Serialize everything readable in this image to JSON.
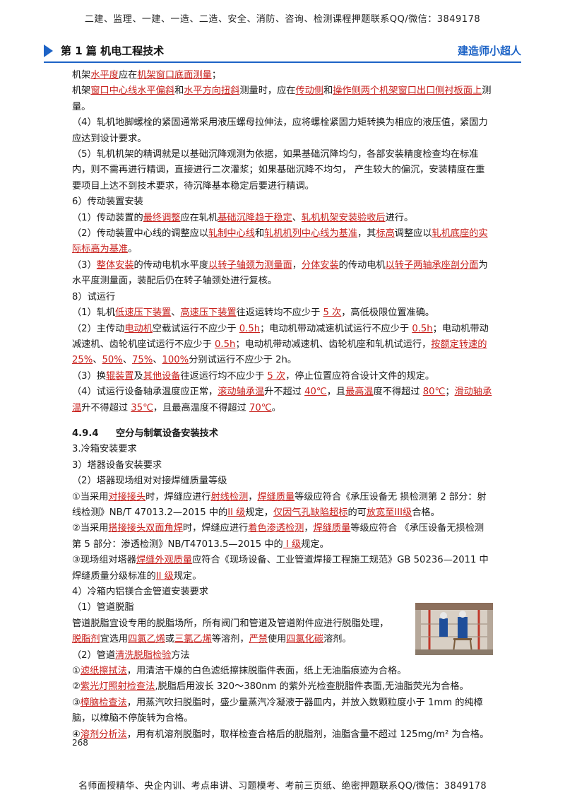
{
  "banner_top": "二建、监理、一建、一造、二造、安全、消防、咨询、检测课程押题联系QQ/微信：3849178",
  "header": {
    "section": "第 1 篇  机电工程技术",
    "brand": "建造师小超人"
  },
  "lines": [
    [
      {
        "t": "机架"
      },
      {
        "t": "水平度",
        "u": true
      },
      {
        "t": "应在"
      },
      {
        "t": "机架窗口底面测量",
        "u": true
      },
      {
        "t": "；"
      }
    ],
    [
      {
        "t": "机架"
      },
      {
        "t": "窗口中心线水平偏斜",
        "u": true
      },
      {
        "t": "和"
      },
      {
        "t": "水平方向扭斜",
        "u": true
      },
      {
        "t": "测量时，应在"
      },
      {
        "t": "传动侧",
        "u": true
      },
      {
        "t": "和"
      },
      {
        "t": "操作侧两个机架窗口出口侧衬板面上",
        "u": true
      },
      {
        "t": "测量。"
      }
    ],
    [
      {
        "t": "（4）轧机地脚螺栓的紧固通常采用液压螺母拉伸法，应将螺栓紧固力矩转换为相应的液压值，紧固力应达到设计要求。"
      }
    ],
    [
      {
        "t": "（5）轧机机架的精调就是以基础沉降观测为依据，如果基础沉降均匀，各部安装精度检查均在标准内，则不需再进行精调，直接进行二次灌浆；如果基础沉降不均匀，  产生较大的偏沉，安装精度在重要项目上达不到技术要求，待沉降基本稳定后要进行精调。"
      }
    ],
    [
      {
        "t": "6）传动装置安装"
      }
    ],
    [
      {
        "t": "（1）传动装置的"
      },
      {
        "t": "最终调整",
        "u": true
      },
      {
        "t": "应在轧机"
      },
      {
        "t": "基础沉降趋于稳定",
        "u": true
      },
      {
        "t": "、"
      },
      {
        "t": "轧机机架安装验收后",
        "u": true
      },
      {
        "t": "进行。"
      }
    ],
    [
      {
        "t": "（2）传动装置中心线的调整应以"
      },
      {
        "t": "轧制中心线",
        "u": true
      },
      {
        "t": "和"
      },
      {
        "t": "轧机机列中心线为基准",
        "u": true
      },
      {
        "t": "，其"
      },
      {
        "t": "标高",
        "u": true
      },
      {
        "t": "调整应以"
      },
      {
        "t": "轧机底座的实际标高为基准",
        "u": true
      },
      {
        "t": "。"
      }
    ],
    [
      {
        "t": "（3）"
      },
      {
        "t": "整体安装",
        "u": true
      },
      {
        "t": "的传动电机水平度"
      },
      {
        "t": "以转子轴颈为测量面",
        "u": true
      },
      {
        "t": "，"
      },
      {
        "t": "分体安装",
        "u": true
      },
      {
        "t": "的传动电机"
      },
      {
        "t": "以转子两轴承座剖分面",
        "u": true
      },
      {
        "t": "为水平度测量面，装配后仍在转子轴颈处进行复核。"
      }
    ],
    [
      {
        "t": "8）试运行"
      }
    ],
    [
      {
        "t": "（1）轧机"
      },
      {
        "t": "低速压下装置",
        "u": true
      },
      {
        "t": "、"
      },
      {
        "t": "高速压下装置",
        "u": true
      },
      {
        "t": "往返运转均不应少于 "
      },
      {
        "t": "5 次",
        "u": true
      },
      {
        "t": "，高低极限位置准确。"
      }
    ],
    [
      {
        "t": "（2）主传动"
      },
      {
        "t": "电动机",
        "u": true
      },
      {
        "t": "空载试运行不应少于 "
      },
      {
        "t": "0.5h",
        "u": true
      },
      {
        "t": "；电动机带动减速机试运行不应少于 "
      },
      {
        "t": "0.5h",
        "u": true
      },
      {
        "t": "；电动机带动减速机、齿轮机座试运行不应少于 "
      },
      {
        "t": "0.5h",
        "u": true
      },
      {
        "t": "；电动机带动减速机、齿轮机座和轧机试运行，"
      },
      {
        "t": "按额定转速的 25%",
        "u": true
      },
      {
        "t": "、"
      },
      {
        "t": "50%",
        "u": true
      },
      {
        "t": "、"
      },
      {
        "t": "75%",
        "u": true
      },
      {
        "t": "、"
      },
      {
        "t": "100%",
        "u": true
      },
      {
        "t": "分别试运行不应少于 2h。"
      }
    ],
    [
      {
        "t": "（3）换"
      },
      {
        "t": "辊装置",
        "u": true
      },
      {
        "t": "及"
      },
      {
        "t": "其他设备",
        "u": true
      },
      {
        "t": "往返运行均不应少于 "
      },
      {
        "t": "5 次",
        "u": true
      },
      {
        "t": "，停止位置应符合设计文件的规定。"
      }
    ],
    [
      {
        "t": "（4）试运行设备轴承温度应正常，"
      },
      {
        "t": "滚动轴承温",
        "u": true
      },
      {
        "t": "升不超过 "
      },
      {
        "t": "40℃",
        "u": true
      },
      {
        "t": "，且"
      },
      {
        "t": "最高温",
        "u": true
      },
      {
        "t": "度不得超过 "
      },
      {
        "t": "80℃",
        "u": true
      },
      {
        "t": "；"
      },
      {
        "t": "滑动轴承温",
        "u": true
      },
      {
        "t": "升不得超过 "
      },
      {
        "t": "35℃",
        "u": true
      },
      {
        "t": "，且最高温度不得超过 "
      },
      {
        "t": "70℃",
        "u": true
      },
      {
        "t": "。"
      }
    ]
  ],
  "section": {
    "number": "4.9.4",
    "title": "空分与制氧设备安装技术"
  },
  "lines2": [
    [
      {
        "t": "3.冷箱安装要求"
      }
    ],
    [
      {
        "t": "3）塔器设备安装要求"
      }
    ],
    [
      {
        "t": "（2）塔器现场组对对接焊缝质量等级"
      }
    ],
    [
      {
        "t": "①当采用"
      },
      {
        "t": "对接接头",
        "u": true
      },
      {
        "t": "时，焊缝应进行"
      },
      {
        "t": "射线检测",
        "u": true
      },
      {
        "t": "，"
      },
      {
        "t": "焊缝质量",
        "u": true
      },
      {
        "t": "等级应符合《承压设备无  损检测第 2 部分：射线检测》NB/T      47013.2—2015 中的"
      },
      {
        "t": "II 级",
        "u": true
      },
      {
        "t": "规定，"
      },
      {
        "t": "仅因气孔缺陷超标",
        "u": true
      },
      {
        "t": "的可"
      },
      {
        "t": "放宽至III级",
        "u": true
      },
      {
        "t": "合格。"
      }
    ],
    [
      {
        "t": "②当采用"
      },
      {
        "t": "搭接接头双面角焊",
        "u": true
      },
      {
        "t": "时，焊缝应进行"
      },
      {
        "t": "着色渗透检测",
        "u": true
      },
      {
        "t": "，"
      },
      {
        "t": "焊缝质量",
        "u": true
      },
      {
        "t": "等级应符合 《承压设备无损检测第 5 部分：渗透检测》NB/T47013.5—2015      中的"
      },
      {
        "t": " I 级",
        "u": true
      },
      {
        "t": "规定。"
      }
    ],
    [
      {
        "t": "③现场组对塔器"
      },
      {
        "t": "焊缝外观质量",
        "u": true
      },
      {
        "t": "应符合《现场设备、工业管道焊接工程施工规范》GB    50236—2011 中焊缝质量分级标准的"
      },
      {
        "t": "II 级",
        "u": true
      },
      {
        "t": "规定。"
      }
    ],
    [
      {
        "t": "4）冷箱内铝镁合金管道安装要求"
      }
    ]
  ],
  "photo_block": [
    [
      {
        "t": "（1）管道脱脂"
      }
    ],
    [
      {
        "t": "管道脱脂宜设专用的脱脂场所，所有阀门和管道及管道附件应进行脱脂处理，"
      }
    ],
    [
      {
        "t": "脱脂剂",
        "u": true
      },
      {
        "t": "宜选用"
      },
      {
        "t": "四氯乙烯",
        "u": true
      },
      {
        "t": "或"
      },
      {
        "t": "三氯乙烯",
        "u": true
      },
      {
        "t": "等溶剂，"
      },
      {
        "t": "严禁",
        "u": true
      },
      {
        "t": "使用"
      },
      {
        "t": "四氯化碳",
        "u": true
      },
      {
        "t": "溶剂。"
      }
    ]
  ],
  "lines3": [
    [
      {
        "t": "（2）管道"
      },
      {
        "t": "清洗脱脂检验",
        "u": true
      },
      {
        "t": "方法"
      }
    ],
    [
      {
        "t": "①"
      },
      {
        "t": "滤纸擦拭法",
        "u": true
      },
      {
        "t": "，用清洁干燥的白色滤纸擦抹脱脂件表面，纸上无油脂痕迹为合格。"
      }
    ],
    [
      {
        "t": "②"
      },
      {
        "t": "紫光灯照射检查法",
        "u": true
      },
      {
        "t": ",脱脂后用波长 320～380nm 的紫外光检查脱脂件表面,无油脂荧光为合格。"
      }
    ],
    [
      {
        "t": "③"
      },
      {
        "t": "樟脑检查法",
        "u": true
      },
      {
        "t": "，用蒸汽吹扫脱脂时，盛少量蒸汽冷凝液于器皿内，并放入数颗粒度小于 1mm 的纯樟脑，以樟脑不停旋转为合格。"
      }
    ],
    [
      {
        "t": "④"
      },
      {
        "t": "溶剂分析法",
        "u": true
      },
      {
        "t": "，用有机溶剂脱脂时，取样检查合格后的脱脂剂，油脂含量不超过 125mg/m² 为合格。"
      }
    ]
  ],
  "page_number": "268",
  "banner_bottom": "名师面授精华、央企内训、考点串讲、习题模考、考前三页纸、绝密押题联系QQ/微信：3849178",
  "colors": {
    "accent": "#1d63c6",
    "highlight": "#c8201c"
  },
  "icons": {
    "header_marker": "triangle-marker-icon"
  }
}
